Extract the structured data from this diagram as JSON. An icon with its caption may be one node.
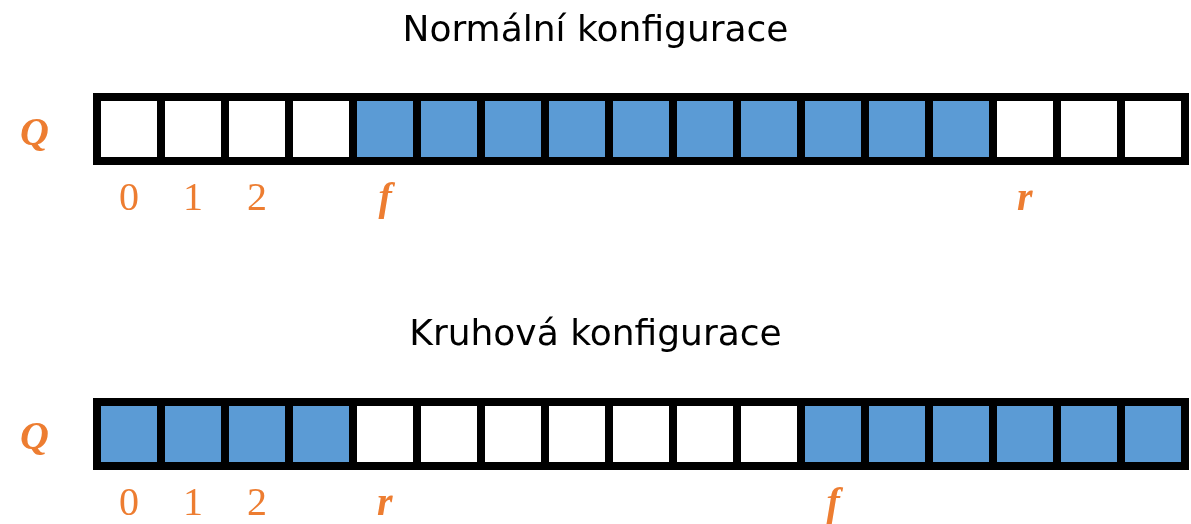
{
  "diagram": {
    "nodes": [
      {
        "text": [],
        "shape": "box",
        "beside": [
          "0"
        ]
      },
      {
        "text": [],
        "shape": "box",
        "beside": [
          "1"
        ]
      },
      {
        "text": [],
        "shape": "box",
        "beside": [
          "2"
        ]
      },
      {
        "text": [],
        "shape": "box"
      },
      {
        "text": [],
        "shape": "square",
        "beside": [
          "f"
        ]
      },
      {
        "text": [],
        "shape": "square"
      },
      {
        "text": [],
        "shape": "square"
      },
      {
        "text": [],
        "shape": "square"
      },
      {
        "text": [],
        "shape": "square"
      },
      {
        "text": [],
        "shape": "square"
      },
      {
        "text": [],
        "shape": "square"
      },
      {
        "text": [],
        "shape": "square"
      },
      {
        "text": [],
        "shape": "square"
      },
      {
        "text": [],
        "shape": "square"
      },
      {
        "text": [],
        "shape": "box",
        "beside": [
          "r"
        ]
      },
      {
        "text": [],
        "shape": "box"
      },
      {
        "text": [],
        "shape": "box"
      },
      {
        "text": [],
        "shape": "square",
        "beside": [
          "0"
        ]
      },
      {
        "text": [],
        "shape": "square",
        "beside": [
          "1"
        ]
      },
      {
        "text": [],
        "shape": "square",
        "beside": [
          "2"
        ]
      },
      {
        "text": [],
        "shape": "square"
      },
      {
        "text": [],
        "shape": "box",
        "beside": [
          "r"
        ]
      },
      {
        "text": [],
        "shape": "box"
      },
      {
        "text": [],
        "shape": "box"
      },
      {
        "text": [],
        "shape": "box"
      },
      {
        "text": [],
        "shape": "box"
      },
      {
        "text": [],
        "shape": "box"
      },
      {
        "text": [],
        "shape": "box"
      },
      {
        "text": [],
        "shape": "square",
        "beside": [
          "f"
        ]
      },
      {
        "text": [],
        "shape": "square"
      },
      {
        "text": [],
        "shape": "square"
      },
      {
        "text": [],
        "shape": "square"
      },
      {
        "text": [],
        "shape": "square"
      },
      {
        "text": [],
        "shape": "square"
      }
    ],
    "labels": [
      "Normální konfigurace",
      "Q",
      "Kruhová konfigurace",
      "Q"
    ]
  }
}
